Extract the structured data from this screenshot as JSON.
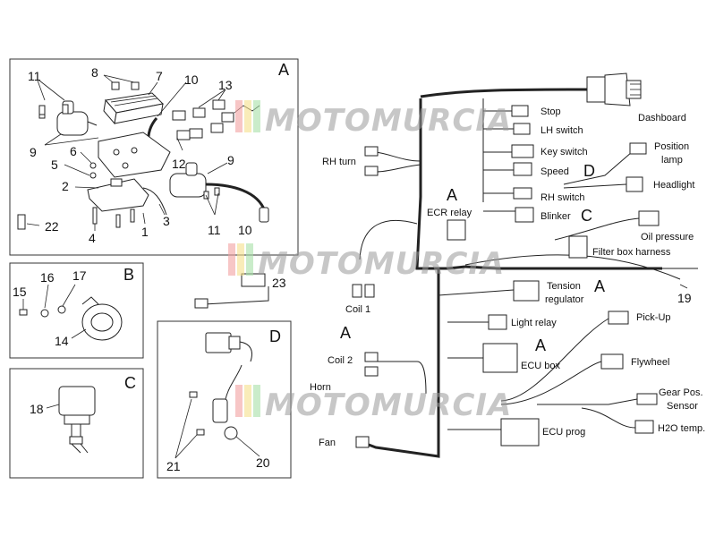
{
  "watermark": "MOTOMURCIA",
  "panels": {
    "a": "A",
    "b": "B",
    "c": "C",
    "d": "D"
  },
  "part_numbers": {
    "p1": "1",
    "p2": "2",
    "p3": "3",
    "p4": "4",
    "p5": "5",
    "p6": "6",
    "p7": "7",
    "p8": "8",
    "p9a": "9",
    "p9b": "9",
    "p10a": "10",
    "p10b": "10",
    "p11a": "11",
    "p11b": "11",
    "p12": "12",
    "p13": "13",
    "p14": "14",
    "p15": "15",
    "p16": "16",
    "p17": "17",
    "p18": "18",
    "p19": "19",
    "p20": "20",
    "p21": "21",
    "p22": "22",
    "p23": "23"
  },
  "labels": {
    "dashboard": "Dashboard",
    "stop": "Stop",
    "lh_switch": "LH switch",
    "key_switch": "Key switch",
    "speed": "Speed",
    "rh_switch": "RH switch",
    "blinker": "Blinker",
    "position_lamp_1": "Position",
    "position_lamp_2": "lamp",
    "headlight": "Headlight",
    "oil_pressure": "Oil pressure",
    "filter_box_harness": "Filter box harness",
    "rh_turn": "RH turn",
    "ecr_relay": "ECR relay",
    "coil1": "Coil 1",
    "coil2": "Coil 2",
    "horn": "Horn",
    "fan": "Fan",
    "tension_regulator_1": "Tension",
    "tension_regulator_2": "regulator",
    "light_relay": "Light relay",
    "ecu_box": "ECU box",
    "ecu_prog": "ECU prog",
    "pick_up": "Pick-Up",
    "flywheel": "Flywheel",
    "gear_pos_1": "Gear Pos.",
    "gear_pos_2": "Sensor",
    "h2o_temp": "H2O temp."
  },
  "callouts": {
    "ecr_a": "A",
    "coil2_a": "A",
    "tension_a": "A",
    "ecu_a": "A",
    "speed_d": "D",
    "blinker_c": "C"
  }
}
